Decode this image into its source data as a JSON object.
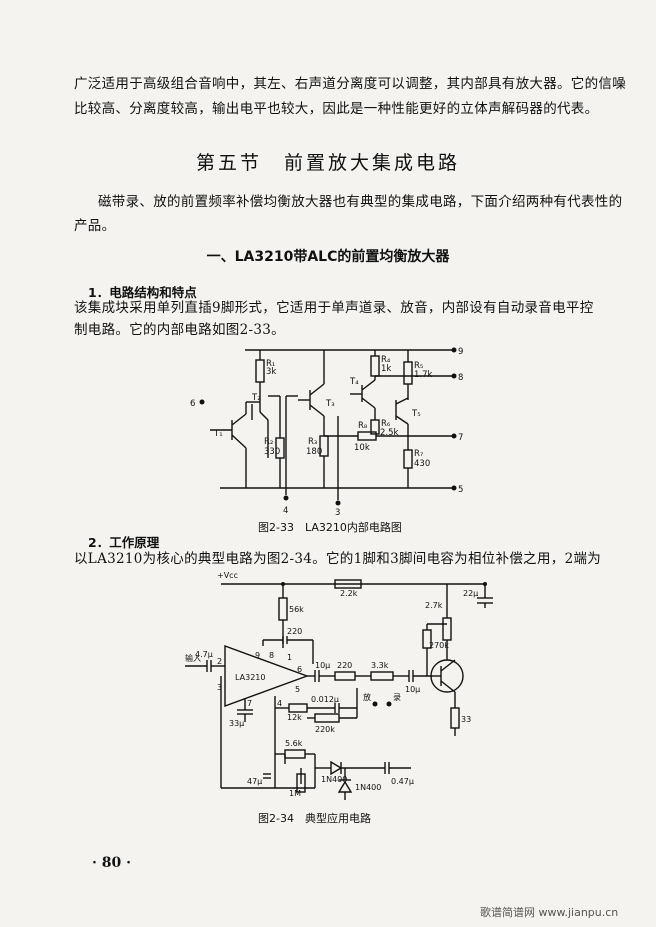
{
  "intro": {
    "line1": "广泛适用于高级组合音响中，其左、右声道分离度可以调整，其内部具有放大器。它的信噪",
    "line2": "比较高、分离度较高，输出电平也较大，因此是一种性能更好的立体声解码器的代表。"
  },
  "section_title": "第五节　前置放大集成电路",
  "section_intro": {
    "line1": "磁带录、放的前置频率补偿均衡放大器也有典型的集成电路，下面介绍两种有代表性的",
    "line2": "产品。"
  },
  "subsection_title": "一、LA3210带ALC的前置均衡放大器",
  "part1": {
    "heading": "1．电路结构和特点",
    "line1": "该集成块采用单列直插9脚形式，它适用于单声道录、放音，内部设有自动录音电平控",
    "line2": "制电路。它的内部电路如图2-33。"
  },
  "figure_2_33": {
    "caption": "图2-33　LA3210内部电路图",
    "labels": {
      "R1": "R₁",
      "R1v": "3k",
      "R2": "R₂",
      "R2v": "330",
      "R3": "R₃",
      "R3v": "180",
      "R4": "R₄",
      "R4v": "1k",
      "R5": "R₅",
      "R5v": "1.7k",
      "R6": "R₆",
      "R6v": "2.5k",
      "R7": "R₇",
      "R7v": "430",
      "R8": "R₈",
      "R8v": "10k",
      "T1": "T₁",
      "T2": "T₂",
      "T3": "T₃",
      "T4": "T₄",
      "T5": "T₅",
      "pin9": "9",
      "pin8": "8",
      "pin7": "7",
      "pin6": "6",
      "pin5": "5",
      "pin4": "4",
      "pin3": "3"
    }
  },
  "part2": {
    "heading": "2．工作原理",
    "line1": "以LA3210为核心的典型电路为图2-34。它的1脚和3脚间电容为相位补偿之用，2端为"
  },
  "figure_2_34": {
    "caption": "图2-34　典型应用电路",
    "labels": {
      "vcc": "+Vcc",
      "r22k": "2.2k",
      "r56k": "56k",
      "r27k": "2.7k",
      "c22u": "22μ",
      "c220p": "220",
      "c10u_a": "10μ",
      "r220": "220",
      "r33k": "3.3k",
      "c10u_b": "10μ",
      "r270k": "270k",
      "input": "输入",
      "c47u": "4.7μ",
      "ic": "LA3210",
      "c33u": "33μ",
      "r12k": "12k",
      "c0012": "0.012μ",
      "rec": "放",
      "play": "录",
      "r220k": "220k",
      "r56k2": "5.6k",
      "d1": "1N400",
      "d2": "1N400",
      "c047": "0.47μ",
      "c47": "47μ",
      "r1m": "1M",
      "r33": "33",
      "p9": "9",
      "p8": "8",
      "p2": "2",
      "p1": "1",
      "p3": "3",
      "p6": "6",
      "p7": "7",
      "p4": "4",
      "p5": "5"
    }
  },
  "page_number": "· 80 ·",
  "watermark": "歌谱简谱网 www.jianpu.cn"
}
